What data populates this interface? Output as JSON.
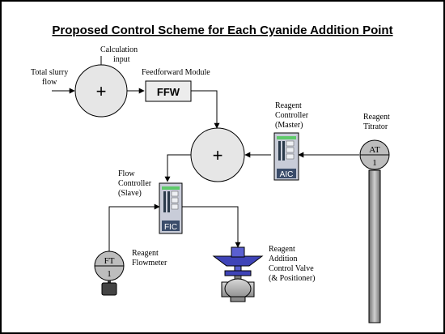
{
  "title": "Proposed Control Scheme  for Each Cyanide  Addition Point",
  "labels": {
    "calculation_input": [
      "Calculation",
      "input"
    ],
    "total_slurry_flow": [
      "Total slurry",
      "flow"
    ],
    "feedforward_module": "Feedforward Module",
    "reagent_controller": [
      "Reagent",
      "Controller",
      "(Master)"
    ],
    "reagent_titrator": [
      "Reagent",
      "Titrator"
    ],
    "flow_controller": [
      "Flow",
      "Controller",
      "(Slave)"
    ],
    "reagent_flowmeter": [
      "Reagent",
      "Flowmeter"
    ],
    "control_valve": [
      "Reagent",
      "Addition",
      "Control Valve",
      "(& Positioner)"
    ]
  },
  "blocks": {
    "summer_symbol": "+",
    "ffw": "FFW",
    "aic": "AIC",
    "fic": "FIC"
  },
  "instruments": {
    "at": {
      "tag": "AT",
      "loop": "1"
    },
    "ft": {
      "tag": "FT",
      "loop": "1"
    }
  },
  "colors": {
    "frame": "#000000",
    "background": "#ffffff",
    "summer_fill": "#e6e6e6",
    "ffw_fill": "#ececec",
    "controller_fill": "#c8ccd8",
    "controller_screen": "#2a3a4a",
    "controller_accent": "#5ec96a",
    "actuator": "#3f44b8",
    "valve_body": "#b8b8b8",
    "probe": "#9a9a9a"
  }
}
